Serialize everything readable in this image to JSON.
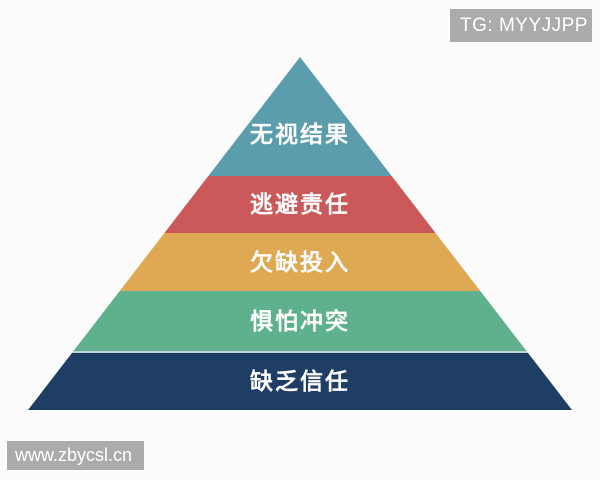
{
  "canvas": {
    "background": "#FCFCFC"
  },
  "watermarks": {
    "top_right": {
      "text": "TG: MYYJJPP",
      "bg_color": "#ABABAB",
      "text_color": "#FFFFFF"
    },
    "bottom_left": {
      "text": "www.zbycsl.cn",
      "bg_color": "#ABABAB",
      "text_color": "#FFFFFF"
    }
  },
  "pyramid": {
    "type": "pyramid",
    "level_count": 5,
    "label_color": "#FFFFFF",
    "separator_color": "#C2D6DA",
    "levels": [
      {
        "label": "无视结果",
        "color": "#5B9DAD"
      },
      {
        "label": "逃避责任",
        "color": "#CB5959"
      },
      {
        "label": "欠缺投入",
        "color": "#DFA954"
      },
      {
        "label": "惧怕冲突",
        "color": "#5FB08C"
      },
      {
        "label": "缺乏信任",
        "color": "#1F3E65"
      }
    ]
  }
}
